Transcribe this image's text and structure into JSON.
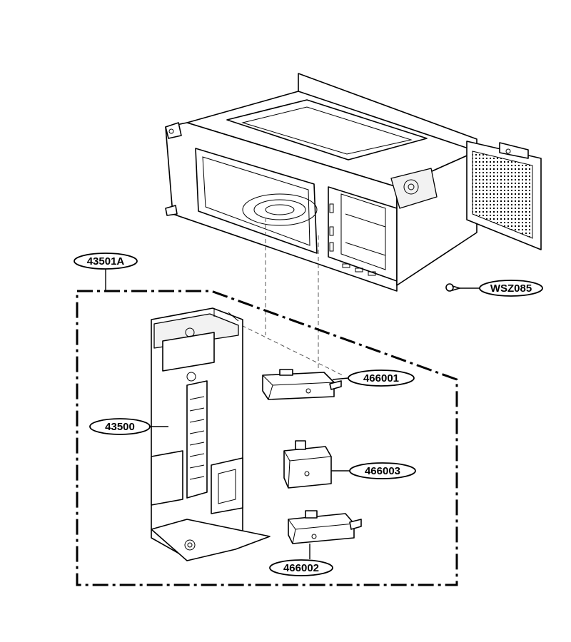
{
  "callouts": {
    "assembly": "43501A",
    "screw": "WSZ085",
    "latch_body": "43500",
    "switch_top": "466001",
    "switch_mid": "466003",
    "switch_bottom": "466002"
  }
}
